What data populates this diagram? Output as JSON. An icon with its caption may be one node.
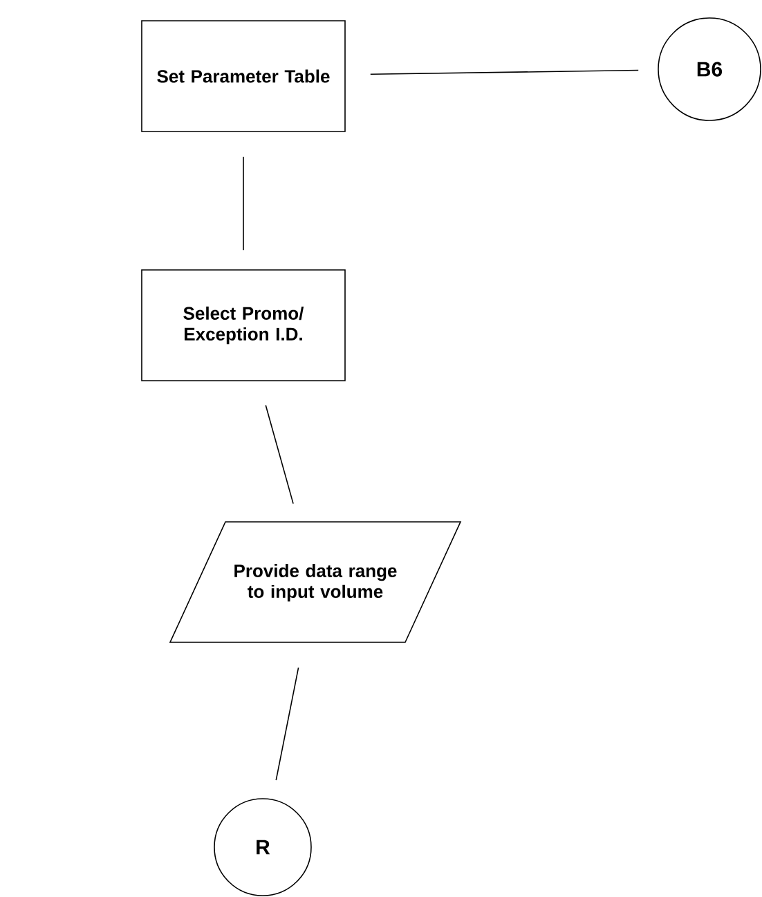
{
  "diagram": {
    "nodes": [
      {
        "text": [
          "Set Parameter Table"
        ]
      },
      {
        "text": [
          "B6"
        ]
      },
      {
        "text": [
          "Select Promo/ Exception I.D."
        ]
      },
      {
        "text": [
          "Provide data range to input volume"
        ]
      },
      {
        "text": [
          "R"
        ]
      }
    ],
    "edges": [
      {
        "from": 0,
        "to": 1,
        "arrow": "none"
      },
      {
        "from": 0,
        "to": 2,
        "arrow": "none"
      },
      {
        "from": 2,
        "to": 3,
        "arrow": "none"
      },
      {
        "from": 3,
        "to": 4,
        "arrow": "none"
      }
    ]
  }
}
